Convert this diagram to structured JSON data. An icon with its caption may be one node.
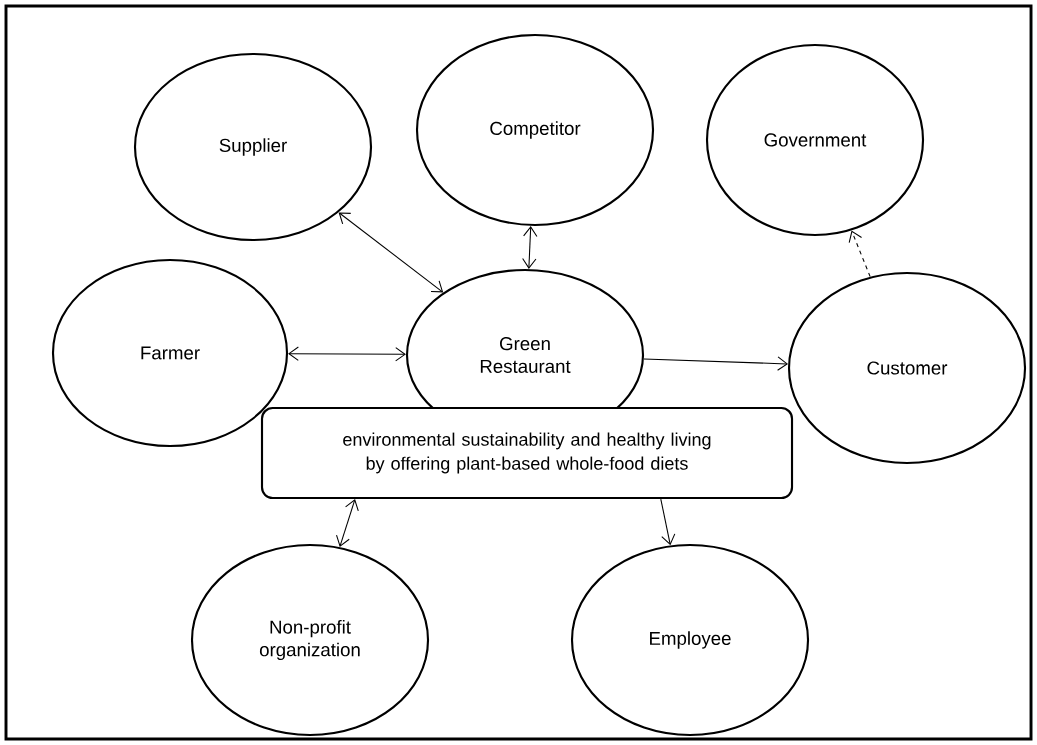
{
  "diagram": {
    "nodes": [
      {
        "text": [
          "Supplier"
        ]
      },
      {
        "text": [
          "Competitor"
        ]
      },
      {
        "text": [
          "Government"
        ]
      },
      {
        "text": [
          "Farmer"
        ]
      },
      {
        "text": [
          "Green Restaurant"
        ]
      },
      {
        "text": [
          "Customer"
        ]
      },
      {
        "text": [
          "environmental sustainability and healthy living by offering plant-based whole-food diets"
        ]
      },
      {
        "text": [
          "Non-profit organization"
        ]
      },
      {
        "text": [
          "Employee"
        ]
      }
    ],
    "edges": [
      {
        "from": 0,
        "to": 4,
        "arrow": "both"
      },
      {
        "from": 1,
        "to": 4,
        "arrow": "both"
      },
      {
        "from": 3,
        "to": 4,
        "arrow": "both"
      },
      {
        "from": 4,
        "to": 5,
        "arrow": "to"
      },
      {
        "from": 5,
        "to": 2,
        "arrow": "to",
        "style": "dashed"
      },
      {
        "from": 6,
        "to": 7,
        "arrow": "both"
      },
      {
        "from": 6,
        "to": 8,
        "arrow": "to"
      }
    ]
  }
}
